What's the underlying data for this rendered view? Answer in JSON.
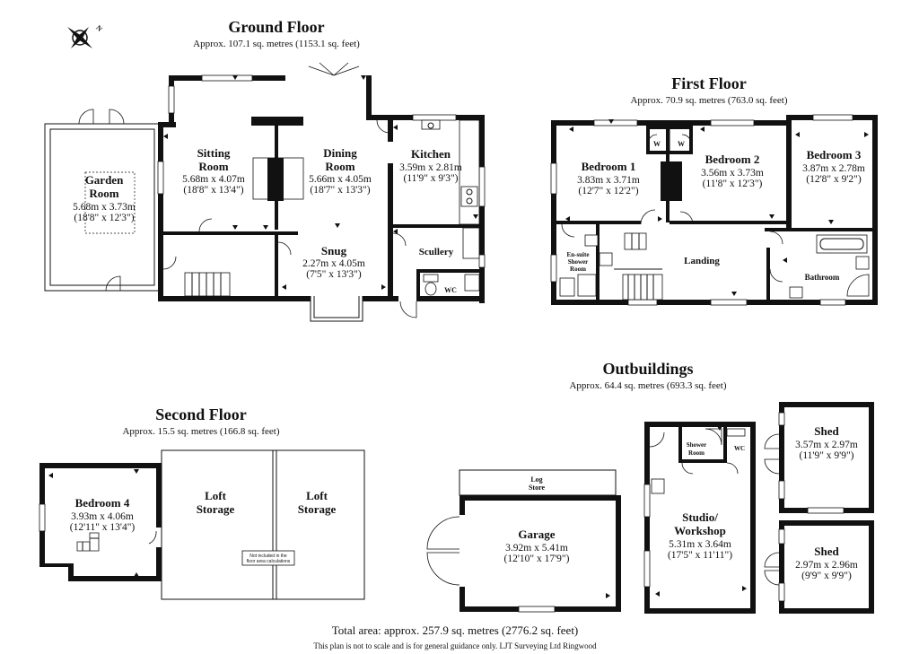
{
  "ground_floor": {
    "title": "Ground Floor",
    "area": "Approx. 107.1 sq. metres (1153.1 sq. feet)",
    "rooms": {
      "garden": {
        "name1": "Garden",
        "name2": "Room",
        "dim_m": "5.68m x 3.73m",
        "dim_ft": "(18'8\" x 12'3\")"
      },
      "sitting": {
        "name1": "Sitting",
        "name2": "Room",
        "dim_m": "5.68m x 4.07m",
        "dim_ft": "(18'8\" x 13'4\")"
      },
      "dining": {
        "name1": "Dining",
        "name2": "Room",
        "dim_m": "5.66m x 4.05m",
        "dim_ft": "(18'7\" x 13'3\")"
      },
      "kitchen": {
        "name1": "Kitchen",
        "dim_m": "3.59m x 2.81m",
        "dim_ft": "(11'9\" x 9'3\")"
      },
      "snug": {
        "name1": "Snug",
        "dim_m": "2.27m x 4.05m",
        "dim_ft": "(7'5\" x 13'3\")"
      },
      "scullery": {
        "name1": "Scullery"
      },
      "wc": {
        "name1": "WC"
      }
    }
  },
  "first_floor": {
    "title": "First Floor",
    "area": "Approx. 70.9 sq. metres (763.0 sq. feet)",
    "rooms": {
      "bed1": {
        "name1": "Bedroom 1",
        "dim_m": "3.83m x 3.71m",
        "dim_ft": "(12'7\" x 12'2\")"
      },
      "bed2": {
        "name1": "Bedroom 2",
        "dim_m": "3.56m x 3.73m",
        "dim_ft": "(11'8\" x 12'3\")"
      },
      "bed3": {
        "name1": "Bedroom 3",
        "dim_m": "3.87m x 2.78m",
        "dim_ft": "(12'8\" x 9'2\")"
      },
      "ensuite": {
        "name1": "En-suite",
        "name2": "Shower",
        "name3": "Room"
      },
      "landing": {
        "name1": "Landing"
      },
      "bathroom": {
        "name1": "Bathroom"
      },
      "w1": {
        "name1": "W"
      },
      "w2": {
        "name1": "W"
      }
    }
  },
  "second_floor": {
    "title": "Second Floor",
    "area": "Approx. 15.5 sq. metres (166.8 sq. feet)",
    "rooms": {
      "bed4": {
        "name1": "Bedroom 4",
        "dim_m": "3.93m x 4.06m",
        "dim_ft": "(12'11\" x 13'4\")"
      },
      "loft1": {
        "name1": "Loft",
        "name2": "Storage"
      },
      "loft2": {
        "name1": "Loft",
        "name2": "Storage"
      }
    },
    "note1": "Not included in the",
    "note2": "floor area calculations"
  },
  "outbuildings": {
    "title": "Outbuildings",
    "area": "Approx. 64.4 sq. metres (693.3 sq. feet)",
    "rooms": {
      "logstore": {
        "name1": "Log",
        "name2": "Store"
      },
      "garage": {
        "name1": "Garage",
        "dim_m": "3.92m x 5.41m",
        "dim_ft": "(12'10\" x 17'9\")"
      },
      "studio": {
        "name1": "Studio/",
        "name2": "Workshop",
        "dim_m": "5.31m x 3.64m",
        "dim_ft": "(17'5\" x 11'11\")"
      },
      "shower": {
        "name1": "Shower",
        "name2": "Room"
      },
      "wc": {
        "name1": "WC"
      },
      "shed1": {
        "name1": "Shed",
        "dim_m": "3.57m x 2.97m",
        "dim_ft": "(11'9\" x 9'9\")"
      },
      "shed2": {
        "name1": "Shed",
        "dim_m": "2.97m x 2.96m",
        "dim_ft": "(9'9\" x 9'9\")"
      }
    }
  },
  "compass": {
    "letter": "N",
    "icon": "compass-icon"
  },
  "footer": {
    "total": "Total area: approx. 257.9 sq. metres (2776.2 sq. feet)",
    "disclaimer": "This plan is not to scale and is for general guidance only. LJT Surveying Ltd Ringwood"
  }
}
